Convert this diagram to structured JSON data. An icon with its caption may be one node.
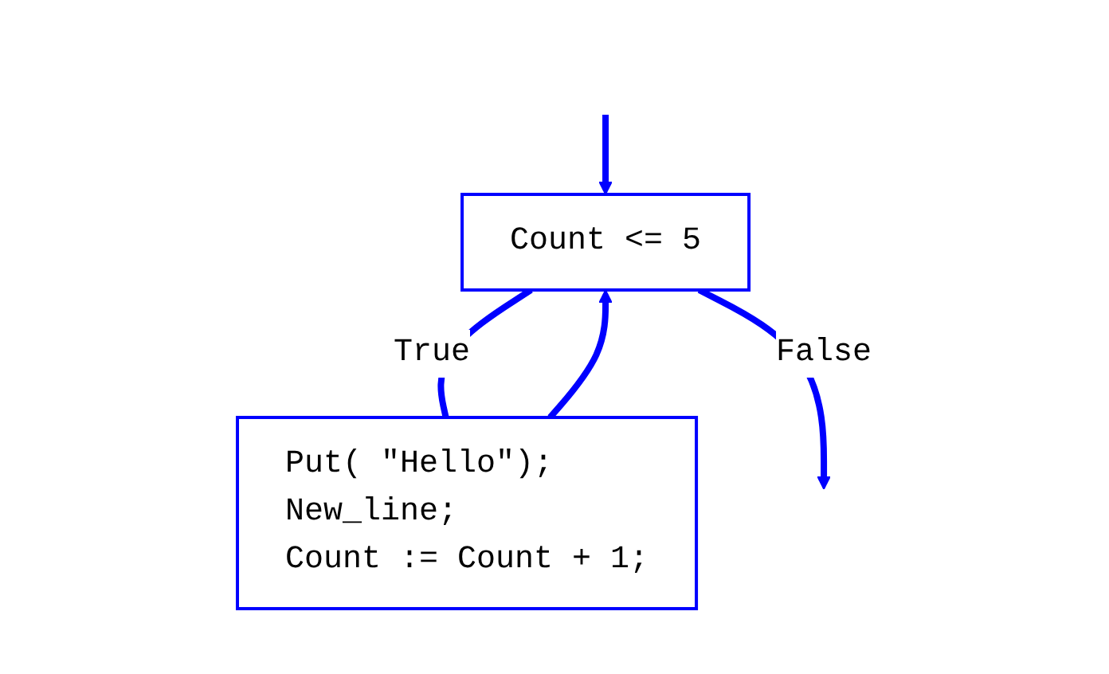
{
  "diagram": {
    "nodes": [
      {
        "text": [
          "Count <= 5"
        ]
      },
      {
        "text": [
          "Put( \"Hello\");",
          "New_line;",
          "Count := Count + 1;"
        ]
      }
    ],
    "edges": [
      {
        "from": null,
        "to": 0,
        "arrow": "to"
      },
      {
        "from": 0,
        "to": 1,
        "arrow": "none",
        "label": "True"
      },
      {
        "from": 1,
        "to": 0,
        "arrow": "to"
      },
      {
        "from": 0,
        "to": null,
        "arrow": "to",
        "label": "False"
      }
    ]
  }
}
